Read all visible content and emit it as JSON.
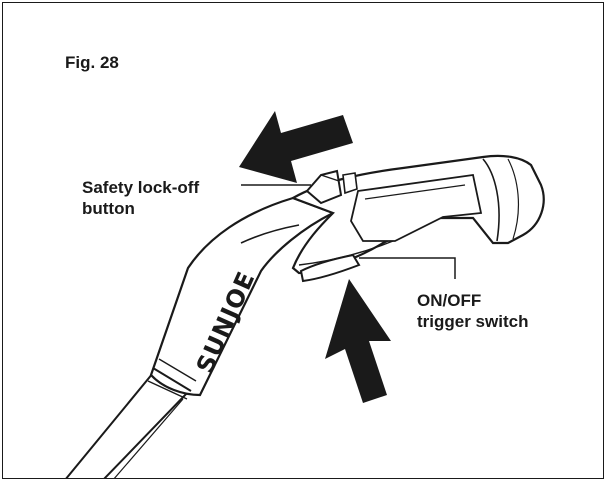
{
  "figure": {
    "label": "Fig. 28"
  },
  "callouts": {
    "safety_lock": {
      "line1": "Safety lock-off",
      "line2": "button"
    },
    "trigger": {
      "line1": "ON/OFF",
      "line2": "trigger switch"
    }
  },
  "brand": {
    "logo_text": "SUNJOE"
  },
  "colors": {
    "ink": "#1a1a1a",
    "background": "#ffffff"
  }
}
